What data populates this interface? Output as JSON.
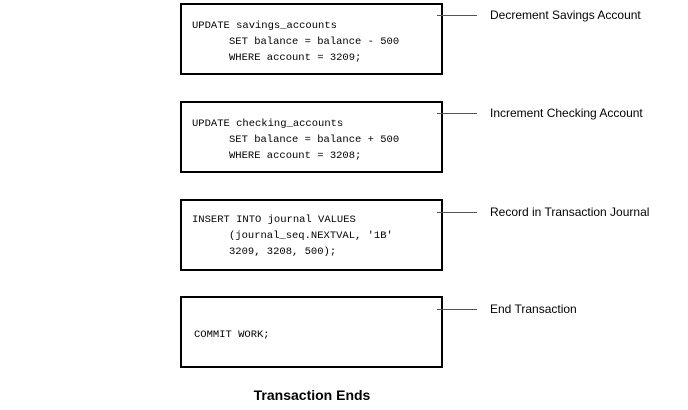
{
  "steps": [
    {
      "lines": [
        "UPDATE savings_accounts",
        "SET balance = balance - 500",
        "WHERE account = 3209;"
      ],
      "label": "Decrement Savings Account"
    },
    {
      "lines": [
        "UPDATE checking_accounts",
        "SET balance = balance + 500",
        "WHERE account = 3208;"
      ],
      "label": "Increment Checking Account"
    },
    {
      "lines": [
        "INSERT INTO journal VALUES",
        "(journal_seq.NEXTVAL, '1B'",
        "3209, 3208, 500);"
      ],
      "label": "Record in Transaction Journal"
    },
    {
      "lines": [
        "COMMIT WORK;"
      ],
      "label": "End Transaction"
    }
  ],
  "title": "Transaction Ends"
}
